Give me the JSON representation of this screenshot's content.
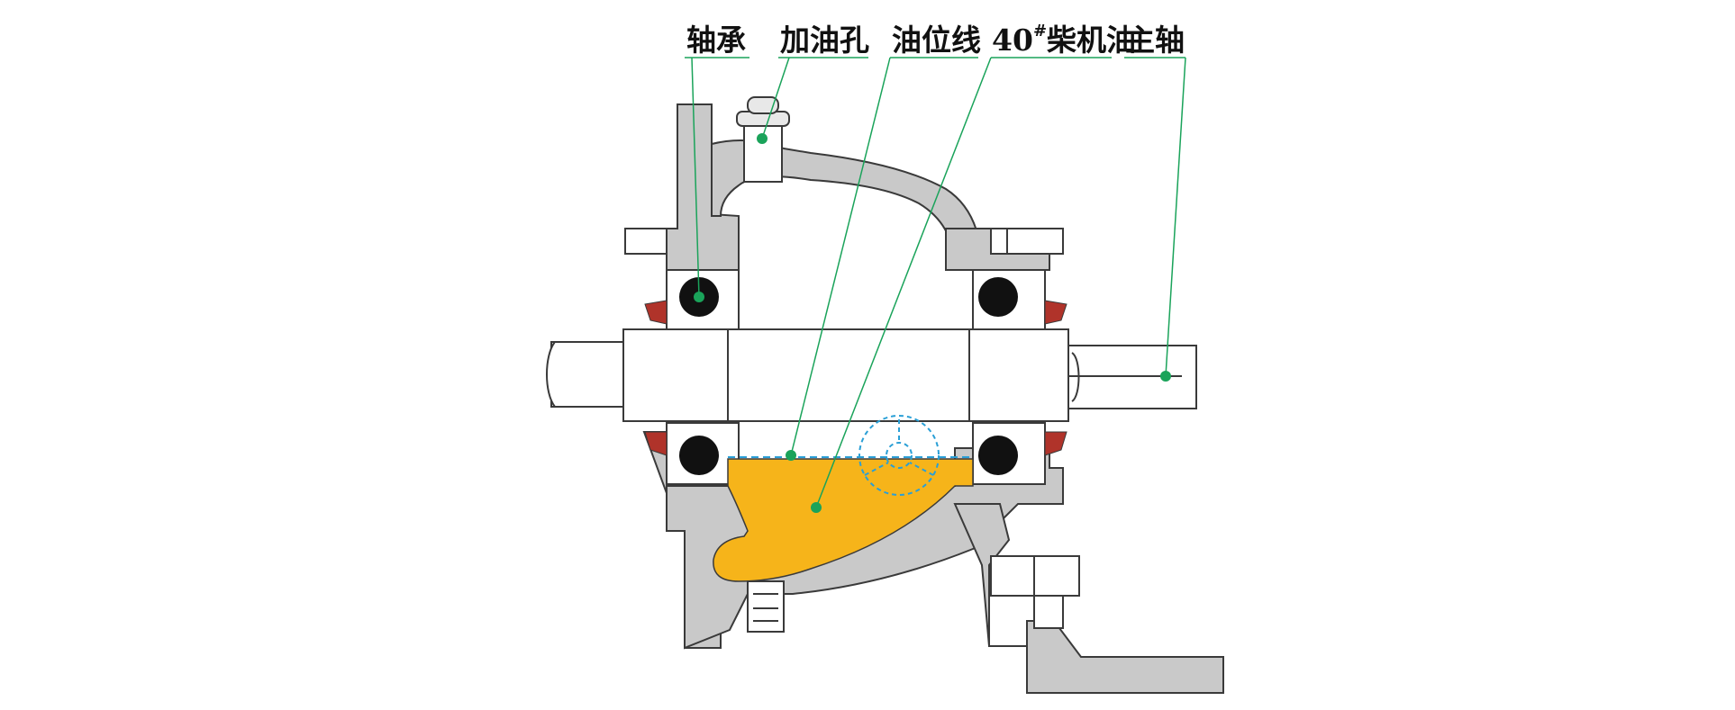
{
  "labels": {
    "bearing": "轴承",
    "fill_hole": "加油孔",
    "oil_level_line": "油位线",
    "oil_grade_number": "40",
    "oil_grade_sup": "#",
    "oil_grade_name": "柴机油",
    "main_shaft": "主轴"
  },
  "colors": {
    "housing": "#c9c9c9",
    "housing_stroke": "#3a3a3a",
    "oil": "#f6b41a",
    "leader": "#1aa35a",
    "oil_level": "#2a9fd6",
    "bearing_ball": "#111111",
    "seal": "#b0332a",
    "shaft": "#ffffff"
  }
}
